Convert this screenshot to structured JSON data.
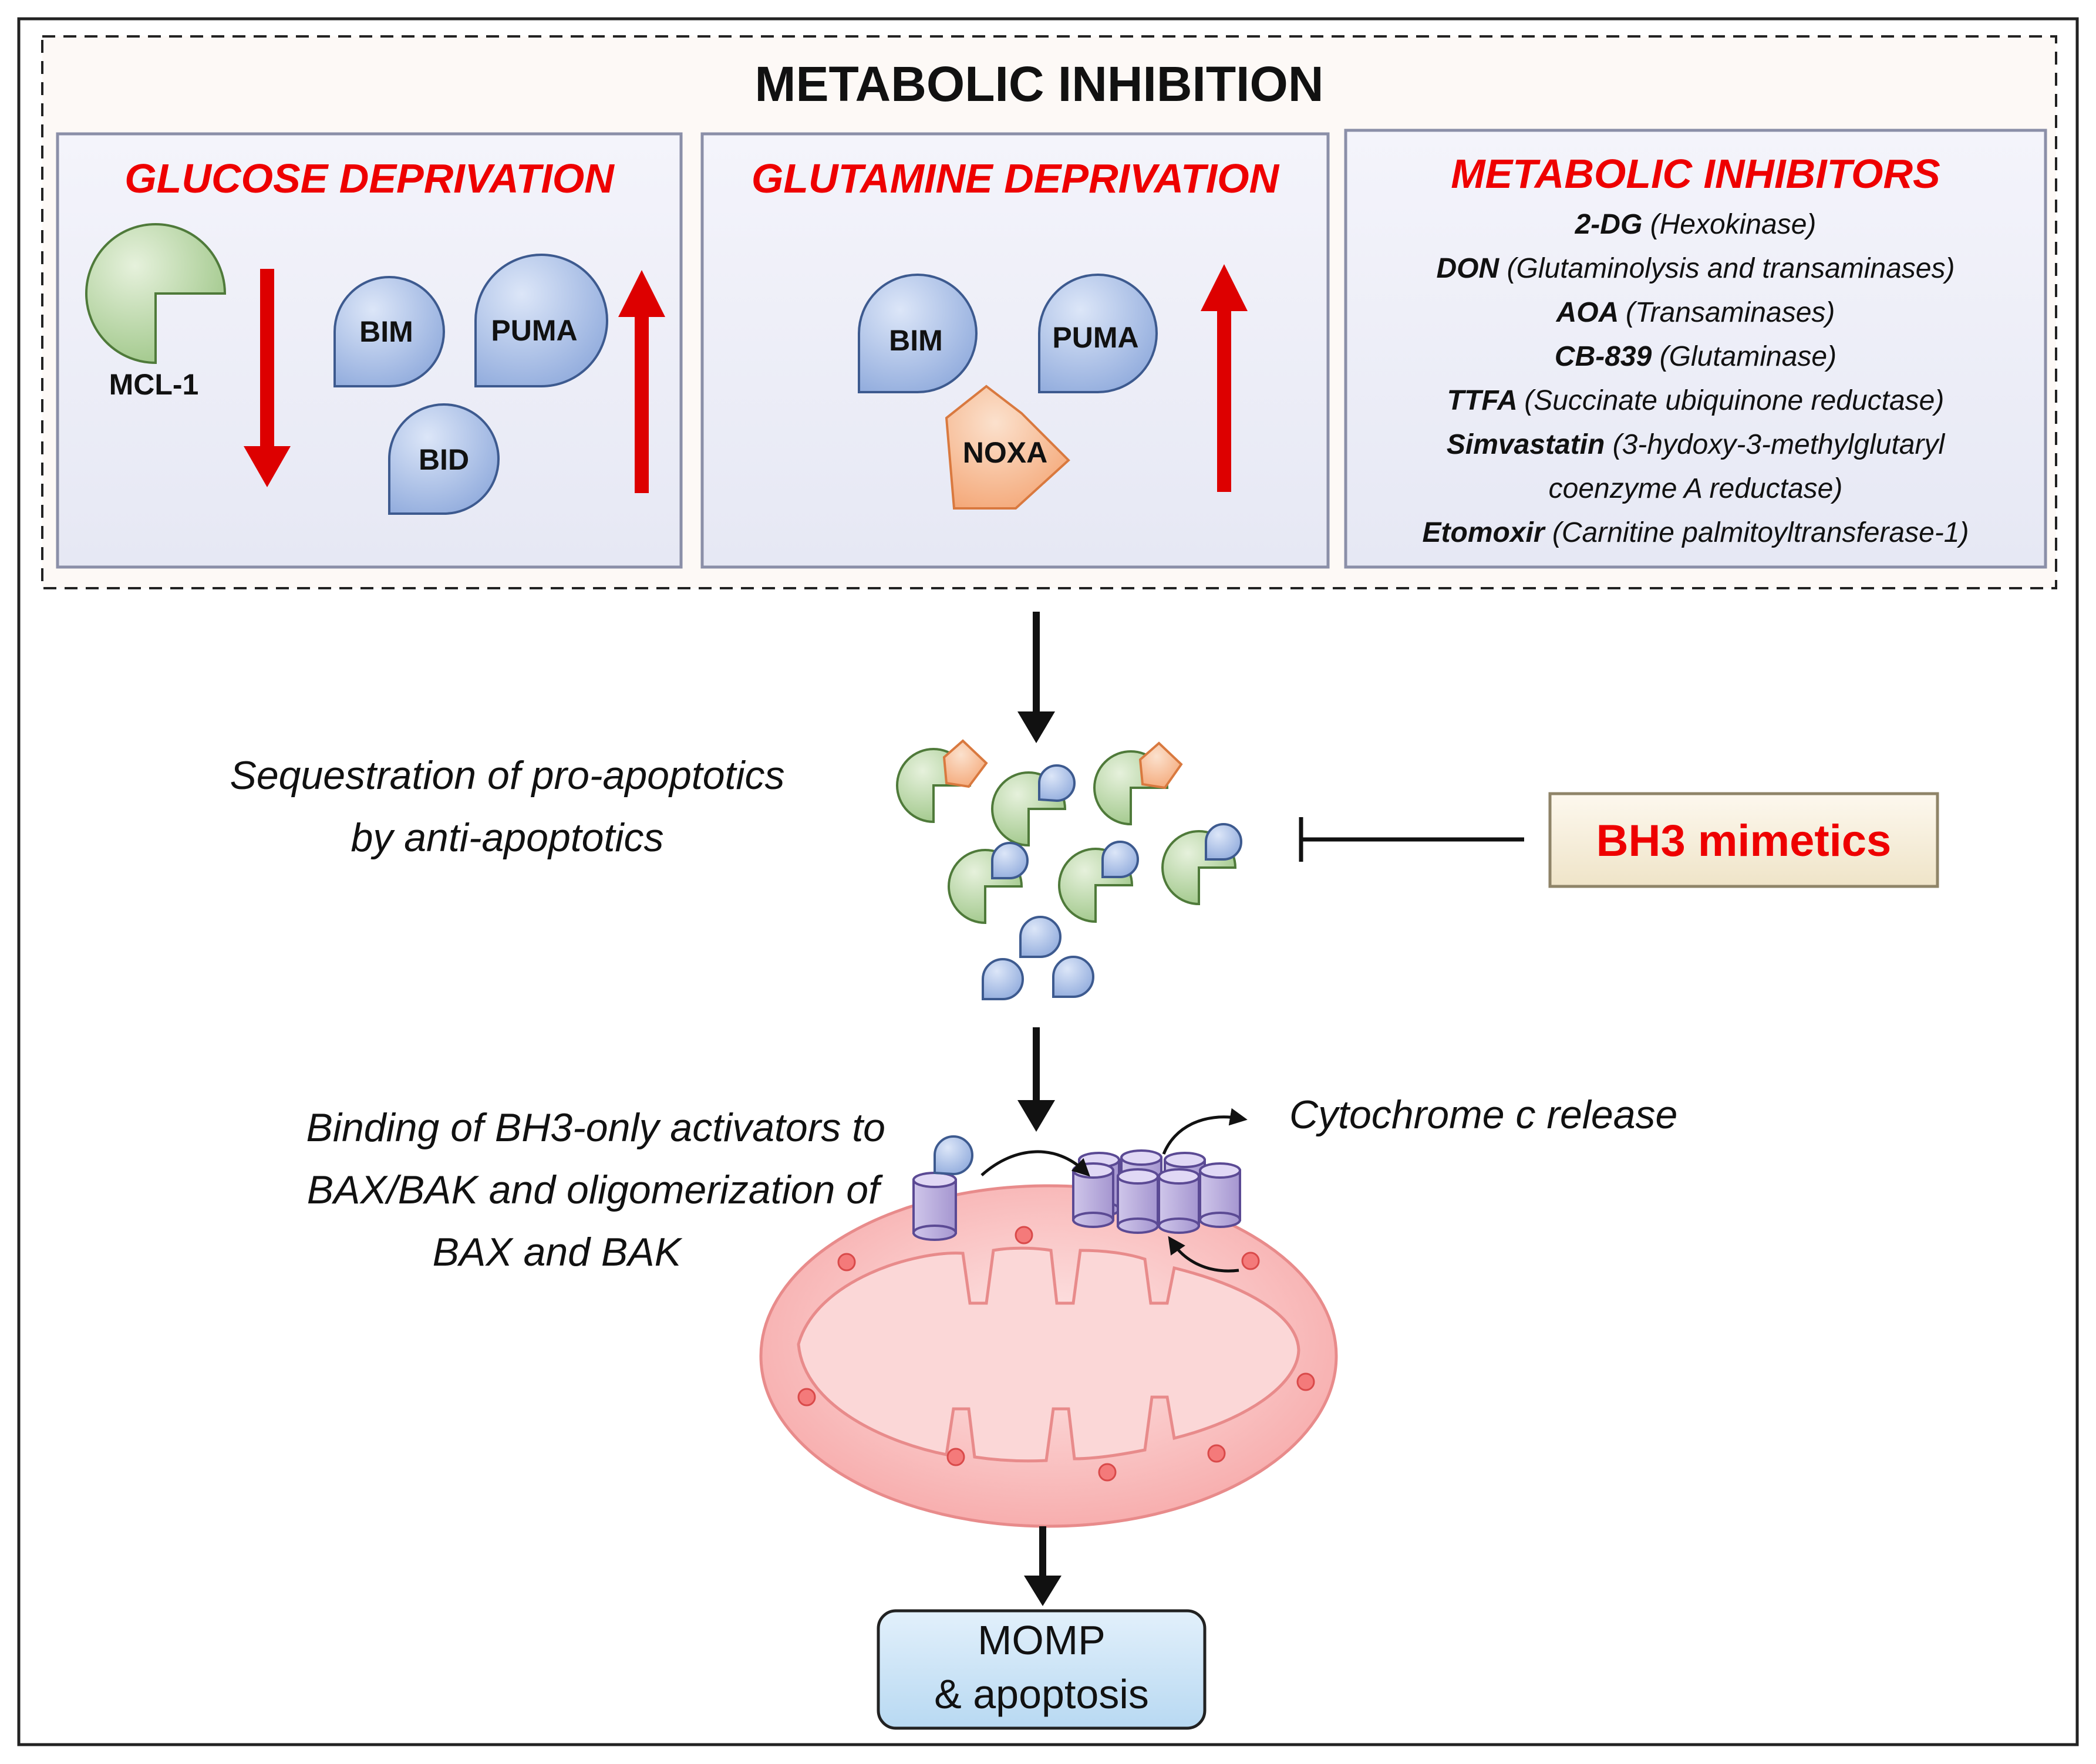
{
  "title": "METABOLIC INHIBITION",
  "panels": {
    "glucose": {
      "title": "GLUCOSE DEPRIVATION",
      "proteins": [
        "MCL-1",
        "BIM",
        "PUMA",
        "BID"
      ],
      "trend_down": "MCL-1",
      "trend_up": [
        "BIM",
        "PUMA",
        "BID"
      ]
    },
    "glutamine": {
      "title": "GLUTAMINE DEPRIVATION",
      "proteins": [
        "BIM",
        "PUMA",
        "NOXA"
      ],
      "trend_up": [
        "BIM",
        "PUMA",
        "NOXA"
      ]
    },
    "inhibitors": {
      "title": "METABOLIC INHIBITORS",
      "items": [
        {
          "drug": "2-DG",
          "target": "(Hexokinase)"
        },
        {
          "drug": "DON",
          "target": "(Glutaminolysis and transaminases)"
        },
        {
          "drug": "AOA",
          "target": "(Transaminases)"
        },
        {
          "drug": "CB-839",
          "target": "(Glutaminase)"
        },
        {
          "drug": "TTFA",
          "target": "(Succinate ubiquinone reductase)"
        },
        {
          "drug": "Simvastatin",
          "target": "(3-hydoxy-3-methylglutaryl",
          "target2": "coenzyme A reductase)"
        },
        {
          "drug": "Etomoxir",
          "target": "(Carnitine palmitoyltransferase-1)"
        }
      ]
    }
  },
  "steps": {
    "sequestration": [
      "Sequestration of pro-apoptotics",
      "by anti-apoptotics"
    ],
    "bh3_mimetics": "BH3 mimetics",
    "binding": [
      "Binding of BH3-only activators to",
      "BAX/BAK and oligomerization of",
      "BAX and BAK"
    ],
    "cytochrome": "Cytochrome c release",
    "outcome": [
      "MOMP",
      "& apoptosis"
    ]
  },
  "colors": {
    "red_text": "#ee0000",
    "arrow_red": "#dd0000",
    "anti_apoptotic_fill": "#a9d18e",
    "pro_apoptotic_fill": "#8faadc",
    "noxa_fill": "#f4b183",
    "mito_fill": "#f8b4b4",
    "channel_fill": "#b4a7d6"
  }
}
